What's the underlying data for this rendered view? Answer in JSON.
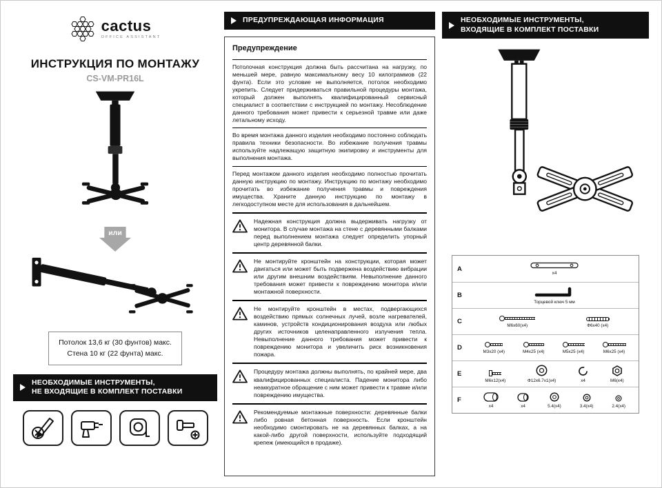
{
  "colors": {
    "banner": "#101010",
    "model_gray": "#9a9a9a",
    "arrow_gray": "#a7a7a7",
    "ink": "#111111"
  },
  "left": {
    "logo": {
      "brand": "cactus",
      "subtitle": "OFFICE ASSISTANT"
    },
    "title": "ИНСТРУКЦИЯ ПО МОНТАЖУ",
    "model": "CS-VM-PR16L",
    "or_label": "или",
    "weight": {
      "line1": "Потолок 13,6 кг (30 фунтов) макс.",
      "line2": "Стена 10 кг (22 фунта) макс."
    },
    "tools_banner": {
      "line1": "НЕОБХОДИМЫЕ ИНСТРУМЕНТЫ,",
      "line2": "НЕ ВХОДЯЩИЕ В КОМПЛЕКТ ПОСТАВКИ"
    },
    "tools": [
      {
        "name": "pencil"
      },
      {
        "name": "drill"
      },
      {
        "name": "tape-measure"
      },
      {
        "name": "screwdriver"
      }
    ]
  },
  "middle": {
    "banner": "ПРЕДУПРЕЖДАЮЩАЯ ИНФОРМАЦИЯ",
    "heading": "Предупреждение",
    "paragraphs": [
      "Потолочная конструкция должна быть рассчитана на нагрузку, по меньшей мере, равную максимальному весу 10 килограммов (22 фунта). Если это условие не выполняется, потолок необходимо укрепить. Следует придерживаться правильной процедуры монтажа, который должен выполнять квалифицированный сервисный специалист в соответствии с инструкцией по монтажу. Несоблюдение данного требования может привести к серьезной травме или даже летальному исходу.",
      "Во время монтажа данного изделия необходимо постоянно соблюдать правила техники безопасности. Во избежание получения травмы используйте надлежащую защитную экипировку и инструменты для выполнения монтажа.",
      "Перед монтажом данного изделия необходимо полностью прочитать данную инструкцию по монтажу. Инструкцию по монтажу необходимо прочитать во избежание получения травмы и повреждения имущества. Храните данную инструкцию по монтажу в легкодоступном месте для использования в дальнейшем."
    ],
    "warnings": [
      "Надежная конструкция должна выдерживать нагрузку от монитора. В случае монтажа на стене с деревянными балками перед выполнением монтажа следует определить упорный центр деревянной балки.",
      "Не монтируйте кронштейн на конструкции, которая может двигаться или может быть подвержена воздействию вибрации или другим внешним воздействиям. Невыполнение данного требования может привести к повреждению монитора и/или монтажной поверхности.",
      "Не монтируйте кронштейн в местах, подвергающихся воздействию прямых солнечных лучей, возле нагревателей, каминов, устройств кондиционирования воздуха или любых других источников целенаправленного излучения тепла. Невыполнение данного требования может привести к повреждению монитора и увеличить риск возникновения пожара.",
      "Процедуру монтажа должны выполнять, по крайней мере, два квалифицированных специалиста. Падение монитора либо неаккуратное обращение с ним может привести к травме и/или повреждению имущества.",
      "Рекомендуемые монтажные поверхности: деревянные балки либо ровная бетонная поверхность. Если кронштейн необходимо смонтировать не на деревянных балках, а на какой-либо другой поверхности, используйте подходящий крепеж (имеющийся в продаже)."
    ]
  },
  "right": {
    "banner": {
      "line1": "НЕОБХОДИМЫЕ ИНСТРУМЕНТЫ,",
      "line2": "ВХОДЯЩИЕ В КОМПЛЕКТ ПОСТАВКИ"
    },
    "parts": [
      {
        "row": "A",
        "items": [
          {
            "label": "х4"
          }
        ]
      },
      {
        "row": "B",
        "items": [
          {
            "label": "Торцевой ключ 5 мм"
          }
        ]
      },
      {
        "row": "C",
        "items": [
          {
            "label": "М6х60(х4)"
          },
          {
            "label": "Ф6х40 (х4)"
          }
        ]
      },
      {
        "row": "D",
        "items": [
          {
            "label": "М3х20 (х4)"
          },
          {
            "label": "М4х25 (х4)"
          },
          {
            "label": "М5х25 (х4)"
          },
          {
            "label": "М6х25 (х4)"
          }
        ]
      },
      {
        "row": "E",
        "items": [
          {
            "label": "М6х12(х4)"
          },
          {
            "label": "Ф12х6.7х1(х4)"
          },
          {
            "label": "х4"
          },
          {
            "label": "М6(х4)"
          }
        ]
      },
      {
        "row": "F",
        "items": [
          {
            "label": "х4"
          },
          {
            "label": "х4"
          },
          {
            "label": "5.4(х4)"
          },
          {
            "label": "3.4(х4)"
          },
          {
            "label": "2.4(х4)"
          }
        ]
      }
    ]
  }
}
